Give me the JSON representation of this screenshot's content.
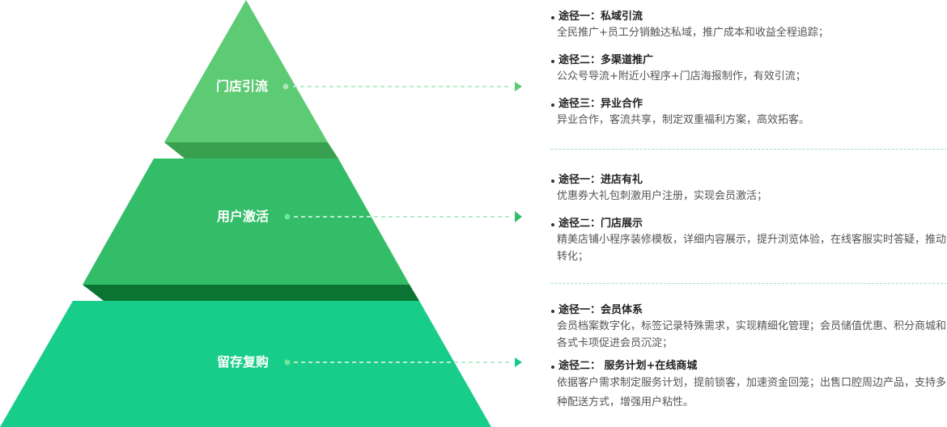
{
  "diagram": {
    "type": "pyramid",
    "colors": {
      "tier1_face": "#5dca74",
      "tier1_shadow": "#39a04f",
      "tier2_face": "#33bd68",
      "tier2_shadow": "#0b7433",
      "tier3_face": "#18cd89",
      "connector_dot_tier1": "#a8e6bb",
      "connector_dot_tier2": "#6ee69a",
      "connector_dot_tier3": "#6ee69a",
      "arrow_tier1": "#5dca74",
      "arrow_tier2": "#33bd68",
      "arrow_tier3": "#18cd89",
      "dash_line": "#b8eccb",
      "separator": "#a8e3bd"
    },
    "tiers": [
      {
        "label": "门店引流",
        "routes": [
          {
            "title": "途径一：私域引流",
            "desc": "全民推广+员工分销触达私域，推广成本和收益全程追踪；"
          },
          {
            "title": "途径二：多渠道推广",
            "desc": "公众号导流+附近小程序+门店海报制作，有效引流；"
          },
          {
            "title": "途径三：异业合作",
            "desc": "异业合作，客流共享，制定双重福利方案，高效拓客。"
          }
        ]
      },
      {
        "label": "用户激活",
        "routes": [
          {
            "title": "途径一：进店有礼",
            "desc": "优惠券大礼包刺激用户注册，实现会员激活；"
          },
          {
            "title": "途径二：门店展示",
            "desc": "精美店铺小程序装修模板，详细内容展示，提升浏览体验，在线客服实时答疑，推动转化；"
          }
        ]
      },
      {
        "label": "留存复购",
        "routes": [
          {
            "title": "途径一：会员体系",
            "desc": "会员档案数字化，标签记录特殊需求，实现精细化管理；会员储值优惠、积分商城和各式卡项促进会员沉淀；"
          },
          {
            "title": "途径二： 服务计划+在线商城",
            "desc": "依据客户需求制定服务计划，提前锁客，加速资金回笼；出售口腔周边产品，支持多种配送方式，增强用户粘性。"
          }
        ]
      }
    ]
  }
}
